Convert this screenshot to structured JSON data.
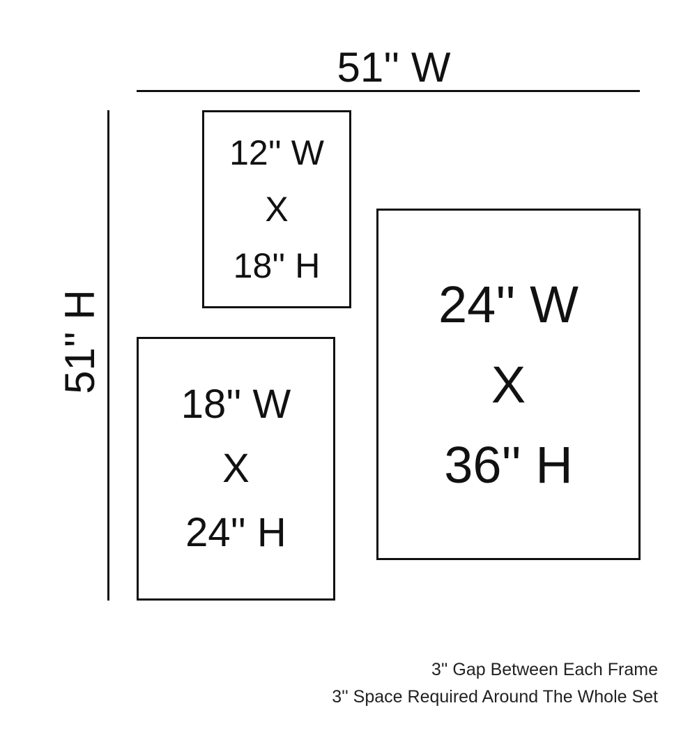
{
  "overall": {
    "width_label": "51'' W",
    "height_label": "51'' H"
  },
  "frames": [
    {
      "width": "12'' W",
      "sep": "X",
      "height": "18'' H"
    },
    {
      "width": "18'' W",
      "sep": "X",
      "height": "24'' H"
    },
    {
      "width": "24'' W",
      "sep": "X",
      "height": "36'' H"
    }
  ],
  "notes": [
    "3'' Gap Between Each Frame",
    "3'' Space Required Around The Whole Set"
  ]
}
